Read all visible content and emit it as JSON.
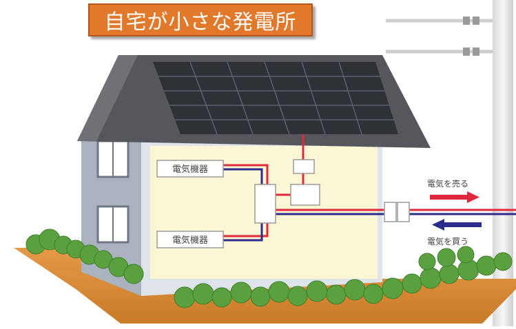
{
  "title": "自宅が小さな発電所",
  "labels": {
    "appliance_upper": "電気機器",
    "appliance_lower": "電気機器",
    "sell": "電気を売る",
    "buy": "電気を買う"
  },
  "colors": {
    "title_bg": "#e2782a",
    "sell_arrow": "#e0283c",
    "buy_arrow": "#2c2c8c",
    "wall": "#fbf6d4",
    "roof": "#55575c",
    "panel": "#2e3136",
    "ground": "#d98f3a",
    "bush": "#5aa03e"
  },
  "icons": {
    "pole": "utility-pole-icon",
    "panel": "solar-panel-icon"
  }
}
